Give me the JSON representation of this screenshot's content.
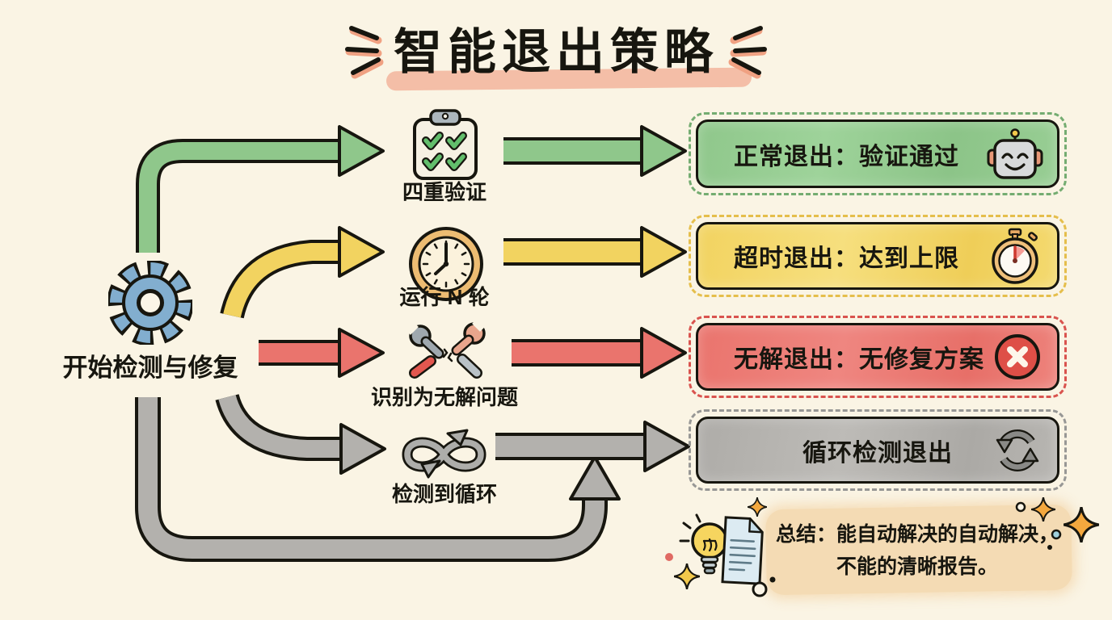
{
  "title": {
    "text": "智能退出策略"
  },
  "start": {
    "label": "开始检测与修复",
    "icon": "gear-icon"
  },
  "flow": {
    "rows": [
      {
        "id": "normal-exit",
        "mid_icon": "checklist-icon",
        "mid_label": "四重验证",
        "box_label": "正常退出：验证通过",
        "box_icon": "robot-icon",
        "color": "#8FC78B",
        "dash_color": "#74AC71"
      },
      {
        "id": "timeout-exit",
        "mid_icon": "clock-icon",
        "mid_label": "运行 N 轮",
        "box_label": "超时退出：达到上限",
        "box_icon": "stopwatch-icon",
        "color": "#F2D360",
        "dash_color": "#E5BE4B"
      },
      {
        "id": "unsolvable-exit",
        "mid_icon": "broken-tools-icon",
        "mid_label": "识别为无解问题",
        "box_label": "无解退出：无修复方案",
        "box_icon": "x-circle-icon",
        "color": "#EA746D",
        "dash_color": "#D9534E"
      },
      {
        "id": "loop-exit",
        "mid_icon": "infinity-icon",
        "mid_label": "检测到循环",
        "box_label": "循环检测退出",
        "box_icon": "cycle-icon",
        "color": "#B0AEAA",
        "dash_color": "#979795"
      }
    ]
  },
  "summary": {
    "line1": "总结：能自动解决的自动解决，",
    "line2": "不能的清晰报告。",
    "icons": [
      "lightbulb-icon",
      "document-icon",
      "sparkles"
    ]
  },
  "colors": {
    "background": "#FAF4E4",
    "ink": "#17160F",
    "title_highlight": "#EE9274",
    "gear_blue": "#82AECF",
    "summary_band": "#F4DBB4"
  }
}
